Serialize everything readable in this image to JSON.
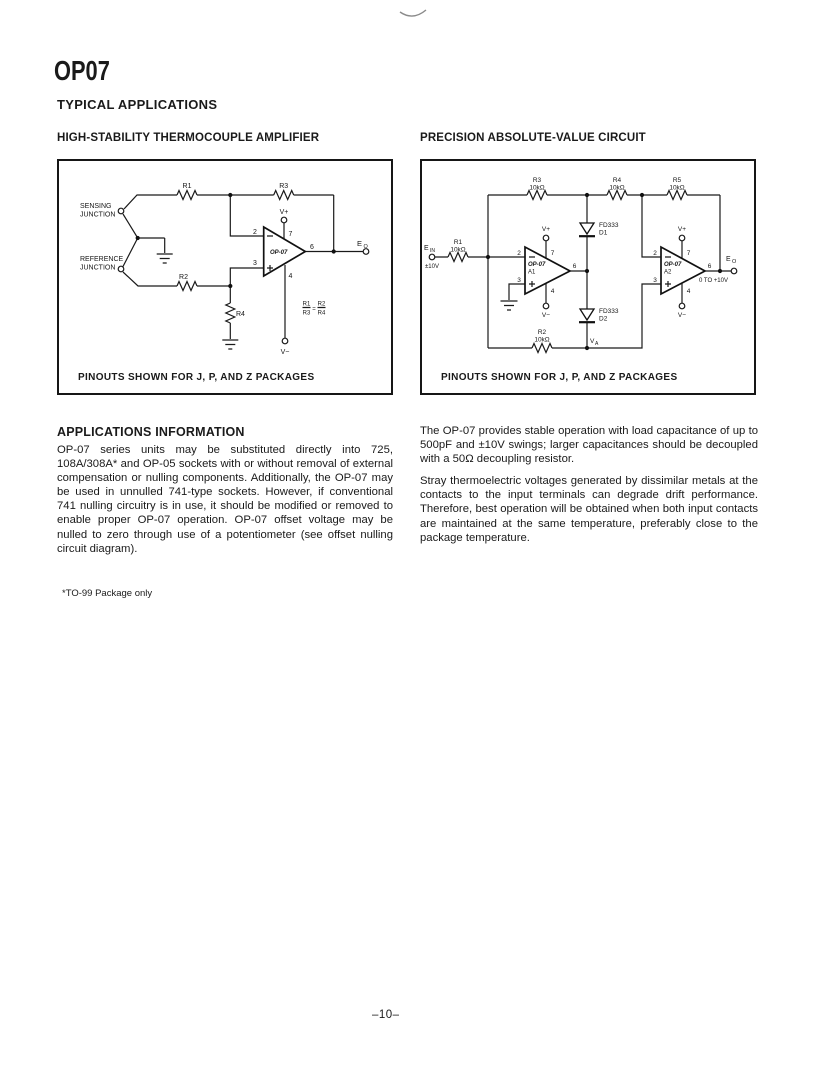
{
  "page": {
    "title": "OP07",
    "section_title": "TYPICAL APPLICATIONS",
    "footnote": "*TO-99 Package only",
    "page_number": "–10–"
  },
  "shared": {
    "pins": {
      "inverting": "2",
      "noninverting": "3",
      "v_minus_pin": "4",
      "output_pin": "6",
      "v_plus_pin": "7"
    },
    "v_plus": "V+",
    "v_minus": "V−",
    "opamp_type": "OP-07"
  },
  "figure1": {
    "title": "HIGH-STABILITY THERMOCOUPLE AMPLIFIER",
    "caption": "PINOUTS SHOWN FOR J, P, AND Z PACKAGES",
    "labels": {
      "sensing_line1": "SENSING",
      "sensing_line2": "JUNCTION",
      "reference_line1": "REFERENCE",
      "reference_line2": "JUNCTION",
      "r1": "R1",
      "r2": "R2",
      "r3": "R3",
      "r4": "R4",
      "eo_sym": "E",
      "eo_sub": "O",
      "eq_num1": "R1",
      "eq_den1": "R3",
      "eq_equals": "=",
      "eq_num2": "R2",
      "eq_den2": "R4"
    }
  },
  "figure2": {
    "title": "PRECISION ABSOLUTE-VALUE CIRCUIT",
    "caption": "PINOUTS SHOWN FOR J, P, AND Z PACKAGES",
    "labels": {
      "r1": "R1",
      "r1_val": "10kΩ",
      "r2": "R2",
      "r2_val": "10kΩ",
      "r3": "R3",
      "r3_val": "10kΩ",
      "r4": "R4",
      "r4_val": "10kΩ",
      "r5": "R5",
      "r5_val": "10kΩ",
      "a1_ref": "A1",
      "a2_ref": "A2",
      "d1_part": "FD333",
      "d1_ref": "D1",
      "d2_part": "FD333",
      "d2_ref": "D2",
      "ein_sym": "E",
      "ein_sub": "IN",
      "ein_range": "±10V",
      "va_sym": "V",
      "va_sub": "A",
      "eo_sym": "E",
      "eo_sub": "O",
      "eo_range": "0 TO +10V"
    }
  },
  "info": {
    "heading": "APPLICATIONS INFORMATION",
    "left_paragraph": "OP-07 series units may be substituted directly into 725, 108A/308A* and OP-05 sockets with or without removal of external compensation or nulling components. Additionally, the OP-07 may be used in unnulled 741-type sockets. However, if conventional 741 nulling circuitry is in use, it should be modified or removed to enable proper OP-07 operation. OP-07 offset voltage may be nulled to zero through use of a potentiometer (see offset nulling circuit diagram).",
    "right_paragraph1": "The OP-07 provides stable operation with load capacitance of up to 500pF and ±10V swings; larger capacitances should be decoupled with a 50Ω decoupling resistor.",
    "right_paragraph2": "Stray thermoelectric voltages generated by dissimilar metals at the contacts to the input terminals can degrade drift performance. Therefore, best operation will be obtained when both input contacts are maintained at the same temperature, preferably close to the package temperature."
  }
}
